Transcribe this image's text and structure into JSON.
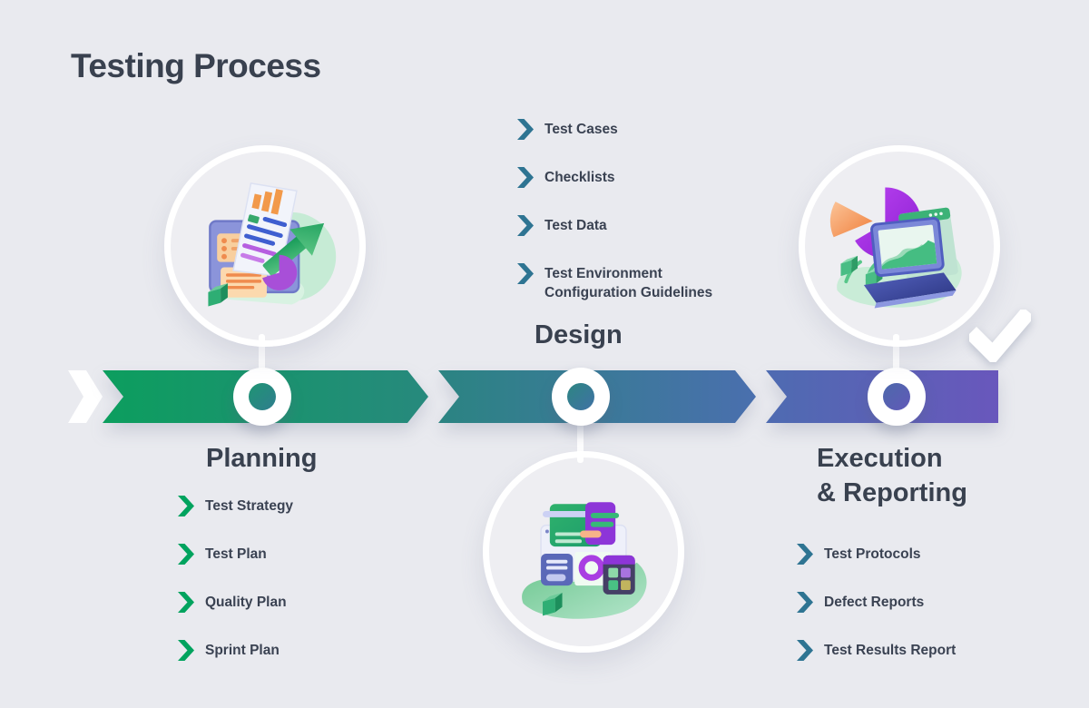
{
  "title": "Testing Process",
  "colors": {
    "background": "#E9EAEF",
    "heading_text": "#39414F",
    "item_text": "#3A4252",
    "planning_bullet": "#00A35E",
    "design_bullet": "#2E7492",
    "execution_bullet": "#2E7492",
    "band_gradient": [
      "#0C9E5E",
      "#27897D",
      "#2B8482",
      "#4A6FAE",
      "#4E6BB1",
      "#6957BC"
    ],
    "connector_white": "#FFFFFF"
  },
  "timeline": {
    "segments": [
      {
        "name": "planning",
        "color_start": "#0C9E5E",
        "color_end": "#27897D"
      },
      {
        "name": "design",
        "color_start": "#2B8482",
        "color_end": "#4A6FAE"
      },
      {
        "name": "execution",
        "color_start": "#4E6BB1",
        "color_end": "#6957BC"
      }
    ],
    "lead_arrow": "white-chevron",
    "end_badge": "white-checkmark"
  },
  "phases": [
    {
      "label": "Planning",
      "icon": "planning-growth-chart-illustration",
      "items": [
        "Test Strategy",
        "Test Plan",
        "Quality Plan",
        "Sprint Plan"
      ]
    },
    {
      "label": "Design",
      "icon": "design-ui-cards-illustration",
      "items": [
        "Test Cases",
        "Checklists",
        "Test Data",
        "Test Environment Configuration Guidelines"
      ]
    },
    {
      "label": "Execution & Reporting",
      "label_lines": [
        "Execution",
        "& Reporting"
      ],
      "icon": "execution-laptop-pie-illustration",
      "items": [
        "Test Protocols",
        "Defect Reports",
        "Test Results Report"
      ]
    }
  ]
}
